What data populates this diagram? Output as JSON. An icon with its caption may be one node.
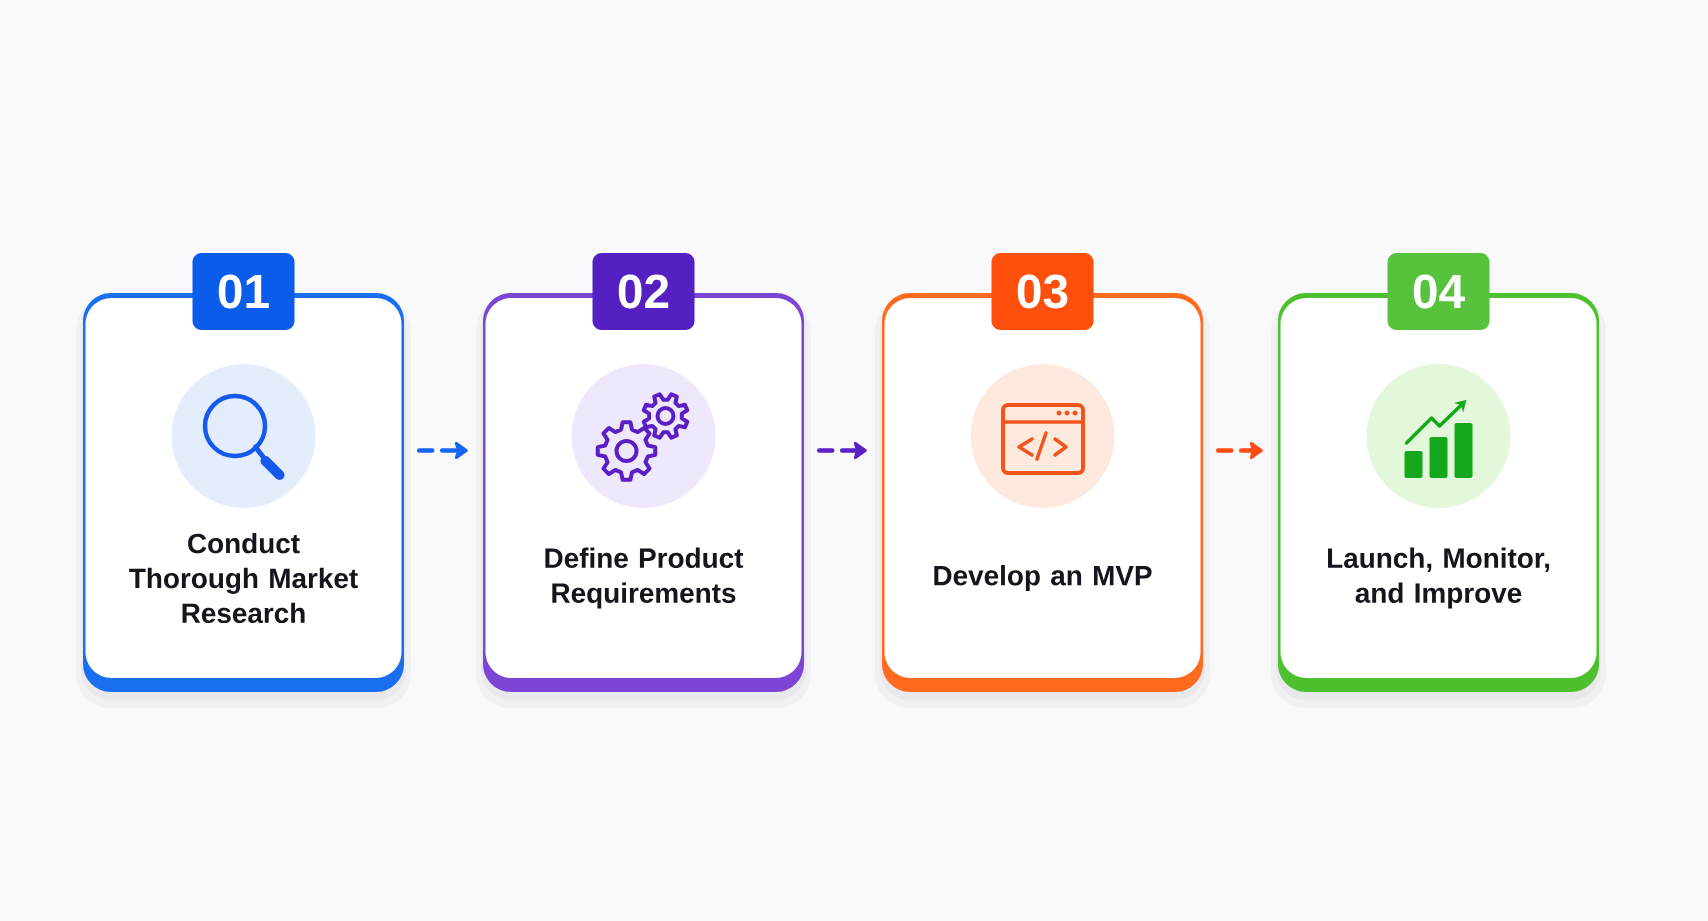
{
  "diagram": {
    "nodes": [
      {
        "text": [
          "01",
          "Conduct Thorough Market Research"
        ]
      },
      {
        "text": [
          "02",
          "Define Product Requirements"
        ]
      },
      {
        "text": [
          "03",
          "Develop an MVP"
        ]
      },
      {
        "text": [
          "04",
          "Launch, Monitor, and Improve"
        ]
      }
    ],
    "edges": [
      {
        "from": 0,
        "to": 1,
        "arrow": "to",
        "style": "dashed",
        "color": "#1565f0"
      },
      {
        "from": 1,
        "to": 2,
        "arrow": "to",
        "style": "dashed",
        "color": "#5b21c4"
      },
      {
        "from": 2,
        "to": 3,
        "arrow": "to",
        "style": "dashed",
        "color": "#ff4a12"
      }
    ]
  }
}
